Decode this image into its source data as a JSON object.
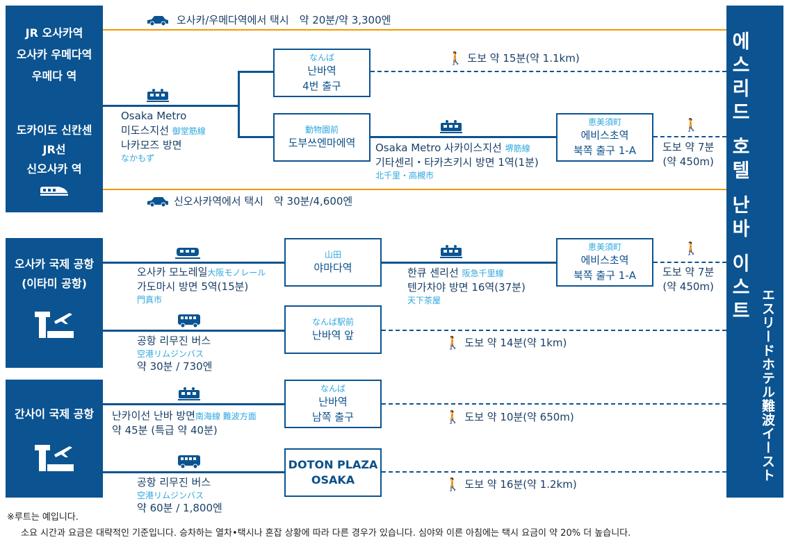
{
  "colors": {
    "primary": "#0b5391",
    "accent": "#2ea7e0",
    "taxi_line": "#f39800"
  },
  "origins": [
    {
      "lines1": [
        "JR 오사카역",
        "오사카 우메다역",
        "우메다 역"
      ],
      "lines2": [
        "도카이도 신칸센",
        "JR선",
        "신오사카 역"
      ],
      "icon": "shinkansen-icon"
    },
    {
      "lines": [
        "오사카 국제 공항",
        "(이타미 공항)"
      ],
      "icon": "airport-icon"
    },
    {
      "lines": [
        "간사이 국제 공항"
      ],
      "icon": "airport-icon"
    }
  ],
  "destination": {
    "name_ko": "에스리드 호텔 난바 이스트",
    "name_ko_chars": [
      "에",
      "스",
      "리",
      "드",
      "",
      "호",
      "텔",
      "",
      "난",
      "바",
      "",
      "이",
      "스",
      "트"
    ],
    "name_ja": "エスリードホテル難波イースト"
  },
  "taxi": [
    {
      "icon": "taxi-icon",
      "text": "오사카/우메다역에서 택시　약 20분/약 3,300엔"
    },
    {
      "icon": "taxi-icon",
      "text": "신오사카역에서 택시　약 30분/4,600엔"
    }
  ],
  "routes": {
    "midosuji": {
      "l1": "Osaka Metro",
      "l2": "미도스지선",
      "l2jp": "御堂筋線",
      "l3": "나카모즈 방면",
      "l4jp": "なかもず"
    },
    "namba4": {
      "jp": "なんば",
      "l1": "난바역",
      "l2": "4번 출구",
      "walk": "도보 약 15분(약 1.1km)"
    },
    "dobutsuen": {
      "jp": "動物園前",
      "l1": "도부쓰엔마에역"
    },
    "sakaisuji": {
      "l1": "Osaka Metro 사카이스지선",
      "l1jp": "堺筋線",
      "l2": "기타센리・타카츠키시 방면 1역(1분)",
      "l3jp": "北千里・高槻市"
    },
    "ebisucho1": {
      "jp": "恵美須町",
      "l1": "에비스초역",
      "l2": "북쪽 출구 1-A",
      "walk1": "도보 약 7분",
      "walk2": "(약 450m)"
    },
    "monorail": {
      "l1": "오사카 모노레일",
      "l1jp": "大阪モノレール",
      "l2": "가도마시 방면  5역(15분)",
      "l3jp": "門真市"
    },
    "yamada": {
      "jp": "山田",
      "l1": "야마다역"
    },
    "senri": {
      "l1": "한큐 센리선",
      "l1jp": "阪急千里線",
      "l2": "텐가차야 방면 16역(37분)",
      "l3jp": "天下茶屋"
    },
    "ebisucho2": {
      "jp": "恵美須町",
      "l1": "에비스초역",
      "l2": "북쪽 출구 1-A",
      "walk1": "도보 약 7분",
      "walk2": "(약 450m)"
    },
    "bus1": {
      "l1": "공항 리무진 버스",
      "l2jp": "空港リムジンバス",
      "l3": "약 30분 / 730엔"
    },
    "nambaekimae": {
      "jp": "なんば駅前",
      "l1": "난바역 앞",
      "walk": "도보 약 14분(약 1km)"
    },
    "nankai": {
      "l1": "난카이선  난바 방면",
      "l1jp": "南海線 難波方面",
      "l2": "약 45분 (특급 약 40분)"
    },
    "nambasouth": {
      "jp": "なんば",
      "l1": "난바역",
      "l2": "남쪽 출구",
      "walk": "도보 약 10분(약 650m)"
    },
    "bus2": {
      "l1": "공항 리무진 버스",
      "l2jp": "空港リムジンバス",
      "l3": "약 60분 / 1,800엔"
    },
    "doton": {
      "l1": "DOTON PLAZA",
      "l2": "OSAKA",
      "walk": "도보 약 16분(약 1.2km)"
    }
  },
  "footnote": {
    "l1": "※루트는 예입니다.",
    "l2": "소요 시간과 요금은 대략적인 기준입니다. 승차하는 열차•택시나 혼잡 상황에 따라 다른 경우가 있습니다. 심야와 이른 아침에는 택시 요금이 약 20% 더 높습니다."
  }
}
